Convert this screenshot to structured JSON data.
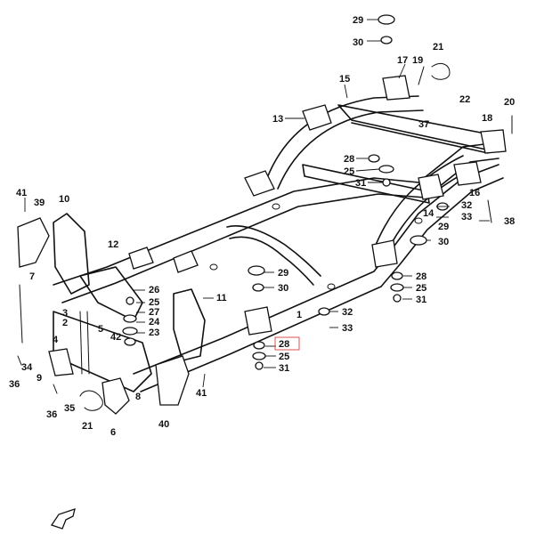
{
  "callouts": [
    {
      "id": "c29a",
      "text": "29"
    },
    {
      "id": "c30a",
      "text": "30"
    },
    {
      "id": "c21a",
      "text": "21"
    },
    {
      "id": "c17",
      "text": "17"
    },
    {
      "id": "c19",
      "text": "19"
    },
    {
      "id": "c15",
      "text": "15"
    },
    {
      "id": "c22",
      "text": "22"
    },
    {
      "id": "c20",
      "text": "20"
    },
    {
      "id": "c13",
      "text": "13"
    },
    {
      "id": "c37",
      "text": "37"
    },
    {
      "id": "c18",
      "text": "18"
    },
    {
      "id": "c28a",
      "text": "28"
    },
    {
      "id": "c25a",
      "text": "25"
    },
    {
      "id": "c31a",
      "text": "31"
    },
    {
      "id": "c16",
      "text": "16"
    },
    {
      "id": "c14",
      "text": "14"
    },
    {
      "id": "c32a",
      "text": "32"
    },
    {
      "id": "c33a",
      "text": "33"
    },
    {
      "id": "c38",
      "text": "38"
    },
    {
      "id": "c29b",
      "text": "29"
    },
    {
      "id": "c30b",
      "text": "30"
    },
    {
      "id": "c41a",
      "text": "41"
    },
    {
      "id": "c39",
      "text": "39"
    },
    {
      "id": "c10",
      "text": "10"
    },
    {
      "id": "c12",
      "text": "12"
    },
    {
      "id": "c29c",
      "text": "29"
    },
    {
      "id": "c30c",
      "text": "30"
    },
    {
      "id": "c28b",
      "text": "28"
    },
    {
      "id": "c25b",
      "text": "25"
    },
    {
      "id": "c31b",
      "text": "31"
    },
    {
      "id": "c26",
      "text": "26"
    },
    {
      "id": "c11",
      "text": "11"
    },
    {
      "id": "c7",
      "text": "7"
    },
    {
      "id": "c25c",
      "text": "25"
    },
    {
      "id": "c27",
      "text": "27"
    },
    {
      "id": "c24",
      "text": "24"
    },
    {
      "id": "c23",
      "text": "23"
    },
    {
      "id": "c3",
      "text": "3"
    },
    {
      "id": "c2",
      "text": "2"
    },
    {
      "id": "c1",
      "text": "1"
    },
    {
      "id": "c32b",
      "text": "32"
    },
    {
      "id": "c33b",
      "text": "33"
    },
    {
      "id": "c5",
      "text": "5"
    },
    {
      "id": "c42",
      "text": "42"
    },
    {
      "id": "c4",
      "text": "4"
    },
    {
      "id": "c28c",
      "text": "28"
    },
    {
      "id": "c25d",
      "text": "25"
    },
    {
      "id": "c31c",
      "text": "31"
    },
    {
      "id": "c34",
      "text": "34"
    },
    {
      "id": "c9",
      "text": "9"
    },
    {
      "id": "c36a",
      "text": "36"
    },
    {
      "id": "c8",
      "text": "8"
    },
    {
      "id": "c41b",
      "text": "41"
    },
    {
      "id": "c36b",
      "text": "36"
    },
    {
      "id": "c35",
      "text": "35"
    },
    {
      "id": "c21b",
      "text": "21"
    },
    {
      "id": "c6",
      "text": "6"
    },
    {
      "id": "c40",
      "text": "40"
    }
  ],
  "highlight_color": "#d9534f",
  "line_color": "#111111",
  "background_color": "#ffffff"
}
